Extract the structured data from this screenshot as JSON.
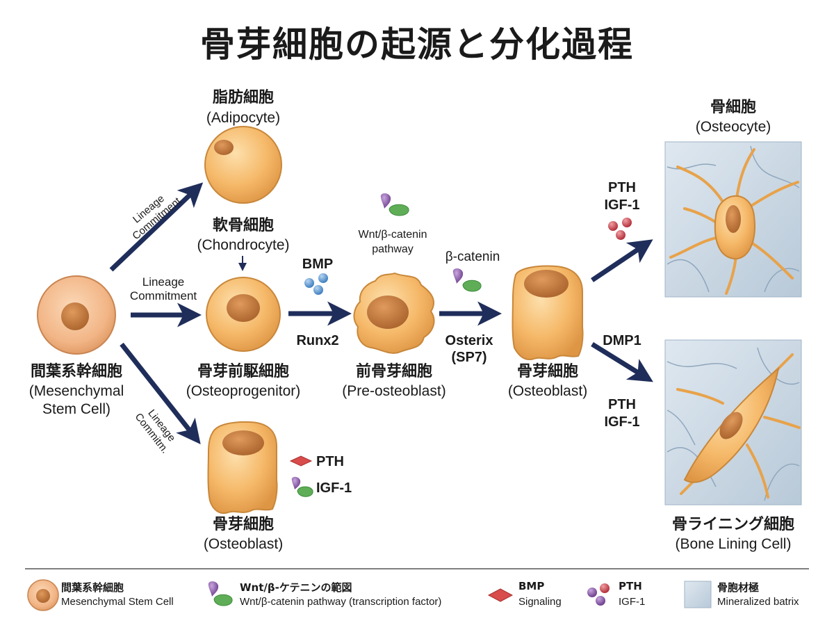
{
  "title": "骨芽細胞の起源と分化過程",
  "cells": {
    "msc": {
      "jp": "間葉系幹細胞",
      "en_line1": "(Mesenchymal",
      "en_line2": "Stem Cell)"
    },
    "adipocyte": {
      "jp": "脂肪細胞",
      "en": "(Adipocyte)"
    },
    "chondrocyte": {
      "jp": "軟骨細胞",
      "en": "(Chondrocyte)"
    },
    "osteoprogenitor": {
      "jp": "骨芽前駆細胞",
      "en": "(Osteoprogenitor)"
    },
    "preosteoblast": {
      "jp": "前骨芽細胞",
      "en": "(Pre-osteoblast)"
    },
    "osteoblast_main": {
      "jp": "骨芽細胞",
      "en": "(Osteoblast)"
    },
    "osteoblast_lower": {
      "jp": "骨芽細胞",
      "en": "(Osteoblast)"
    },
    "osteocyte": {
      "jp": "骨細胞",
      "en": "(Osteocyte)"
    },
    "lining": {
      "jp": "骨ライニング細胞",
      "en": "(Bone Lining Cell)"
    }
  },
  "arrows": {
    "to_adipocyte": {
      "line1": "Lineage",
      "line2": "Commitment"
    },
    "to_progenitor": {
      "line1": "Lineage",
      "line2": "Commitment"
    },
    "to_lower": {
      "line1": "Lineage",
      "line2": "Commitm."
    }
  },
  "signals": {
    "bmp": "BMP",
    "runx2": "Runx2",
    "wnt_line1": "Wnt/β-catenin",
    "wnt_line2": "pathway",
    "beta_catenin": "β-catenin",
    "osterix_line1": "Osterix",
    "osterix_line2": "(SP7)",
    "pth_top": "PTH",
    "igf_top": "IGF-1",
    "dmp1": "DMP1",
    "pth_bottom": "PTH",
    "igf_bottom": "IGF-1",
    "pth_lower": "PTH",
    "igf_lower": "IGF-1"
  },
  "legend": [
    {
      "jp": "間葉系幹細胞",
      "en": "Mesenchymal Stem Cell",
      "icon": "stem-cell-icon"
    },
    {
      "jp": "Wnt/β-ケテニンの範図",
      "en": "Wnt/β-catenin pathway (transcription factor)",
      "icon": "wnt-ligand-icon"
    },
    {
      "jp": "BMP",
      "en": "Signaling",
      "icon": "bmp-diamond-icon"
    },
    {
      "jp": "PTH",
      "en": "IGF-1",
      "icon": "pth-dots-icon"
    },
    {
      "jp": "骨胞材極",
      "en": "Mineralized batrix",
      "icon": "matrix-swatch-icon"
    }
  ],
  "colors": {
    "cell_fill": "#f4b35c",
    "cell_stroke": "#c8873a",
    "nucleus": "#c27a3c",
    "arrow": "#1f2d5a",
    "bmp_dot": "#5f9bd6",
    "pth_dot": "#c8414b",
    "wnt_purple": "#8a5aa8",
    "wnt_green": "#5fae57",
    "matrix": "#c9d7e3"
  }
}
